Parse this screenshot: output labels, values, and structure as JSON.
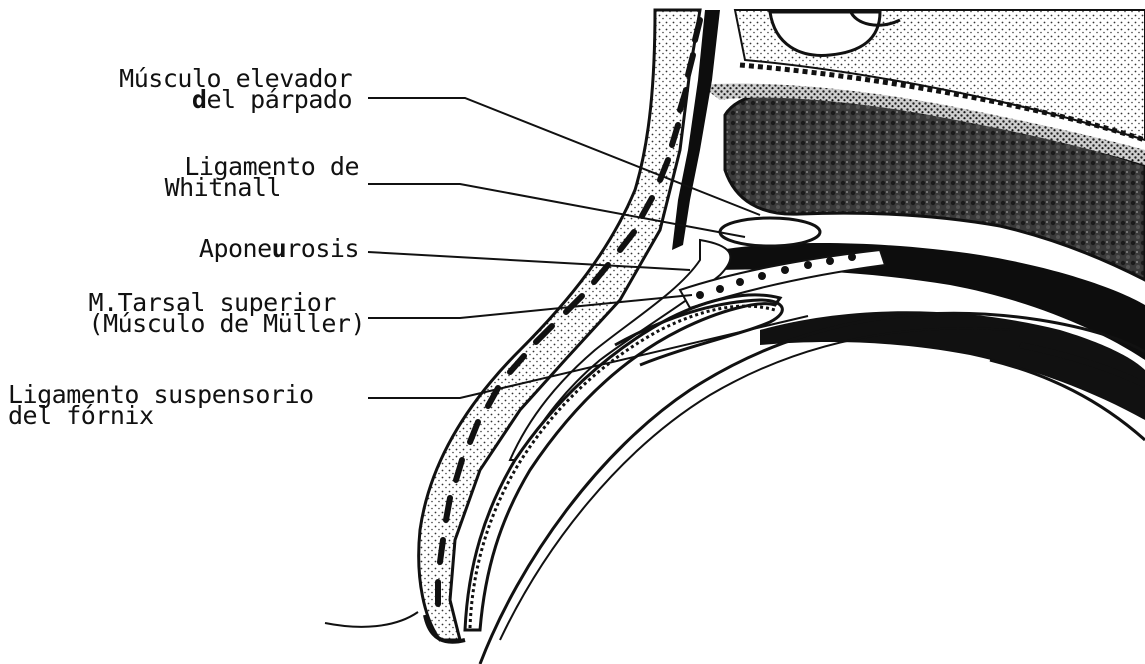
{
  "labels": [
    {
      "id": "levator",
      "line1": "Músculo elevador",
      "line2_bold": "d",
      "line2_rest": "el párpado"
    },
    {
      "id": "whitnall",
      "line1": "Ligamento de",
      "line2": "Whitnall"
    },
    {
      "id": "aponeurosis",
      "line1_pre": "Apone",
      "line1_bold": "u",
      "line1_post": "rosis"
    },
    {
      "id": "muller",
      "line1": "M.Tarsal superior",
      "line2": "(Músculo de Müller)"
    },
    {
      "id": "fornix",
      "line1": "Ligamento suspensorio",
      "line2": "del fórnix"
    }
  ]
}
